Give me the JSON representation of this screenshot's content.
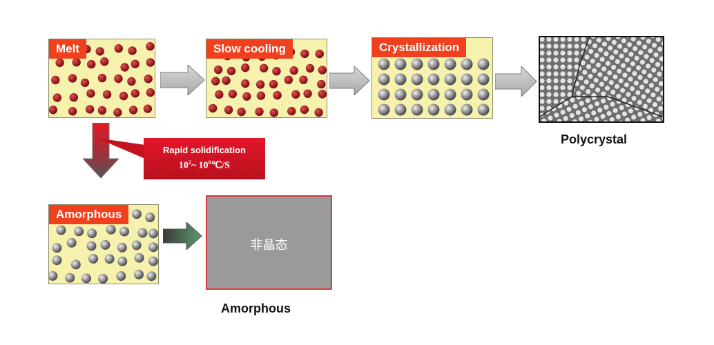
{
  "panels": {
    "melt": {
      "label": "Melt"
    },
    "slow_cooling": {
      "label": "Slow cooling"
    },
    "crystallization": {
      "label": "Crystallization"
    },
    "amorphous": {
      "label": "Amorphous"
    }
  },
  "callout": {
    "title": "Rapid solidification",
    "rate_base_low": "10",
    "rate_exp_low": "2",
    "rate_sep": "~ 10",
    "rate_exp_high": "6",
    "rate_unit": "℃/S"
  },
  "gray_box": {
    "text": "非晶态"
  },
  "captions": {
    "polycrystal": "Polycrystal",
    "amorphous": "Amorphous"
  },
  "colors": {
    "panel_bg": "#f6f2ae",
    "label_bg": "#f0401e",
    "melt_atom": "#a0101a",
    "crystal_atom": "#8c8c8c",
    "callout_bg": "#d4141f",
    "amorphous_box": "#9a9a9a",
    "amorphous_border": "#e03a3a"
  }
}
